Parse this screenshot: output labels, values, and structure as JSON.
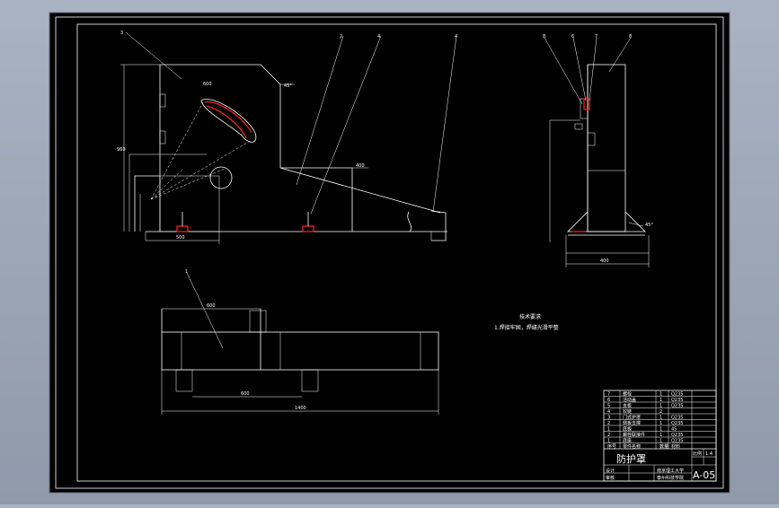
{
  "colors": {
    "paper": "#000000",
    "frame": "#ffffff",
    "highlight": "#ff2222",
    "background": "#a9b3c2"
  },
  "drawing": {
    "leaders": [
      "3",
      "2",
      "4",
      "4",
      "8",
      "6",
      "7",
      "8",
      "1"
    ],
    "dimensions": {
      "d600": "600",
      "d500": "500",
      "d400": "400",
      "d960": "960",
      "d1400": "1400",
      "d45": "45°"
    },
    "notes_title": "技术要求",
    "notes_line": "1.焊接牢固，焊缝光滑平整"
  },
  "title_block": {
    "parts_rows": [
      {
        "no": "7",
        "name": "螺栓",
        "qty": "1",
        "mat": "Q235"
      },
      {
        "no": "6",
        "name": "活动盖",
        "qty": "1",
        "mat": "Q235"
      },
      {
        "no": "5",
        "name": "支板",
        "qty": "1",
        "mat": "Q235"
      },
      {
        "no": "4",
        "name": "铰链",
        "qty": "2",
        "mat": ""
      },
      {
        "no": "3",
        "name": "门式护罩",
        "qty": "1",
        "mat": "Q235"
      },
      {
        "no": "2",
        "name": "侧板支撑",
        "qty": "1",
        "mat": "Q235"
      },
      {
        "no": "1",
        "name": "底板",
        "qty": "1",
        "mat": "45"
      },
      {
        "no": "2",
        "name": "螺栓联接件",
        "qty": "1",
        "mat": "Q235"
      },
      {
        "no": "1",
        "name": "底座",
        "qty": "1",
        "mat": "Q235"
      },
      {
        "no": "序号",
        "name": "零件名称",
        "qty": "数量",
        "mat": "材料"
      }
    ],
    "name": "防护罩",
    "school": "南京理工大学",
    "dept": "泰州科技学院",
    "drawing_no": "A-05",
    "label_design": "设计",
    "label_check": "审核",
    "scale_label": "比例",
    "scale": "1:4"
  }
}
